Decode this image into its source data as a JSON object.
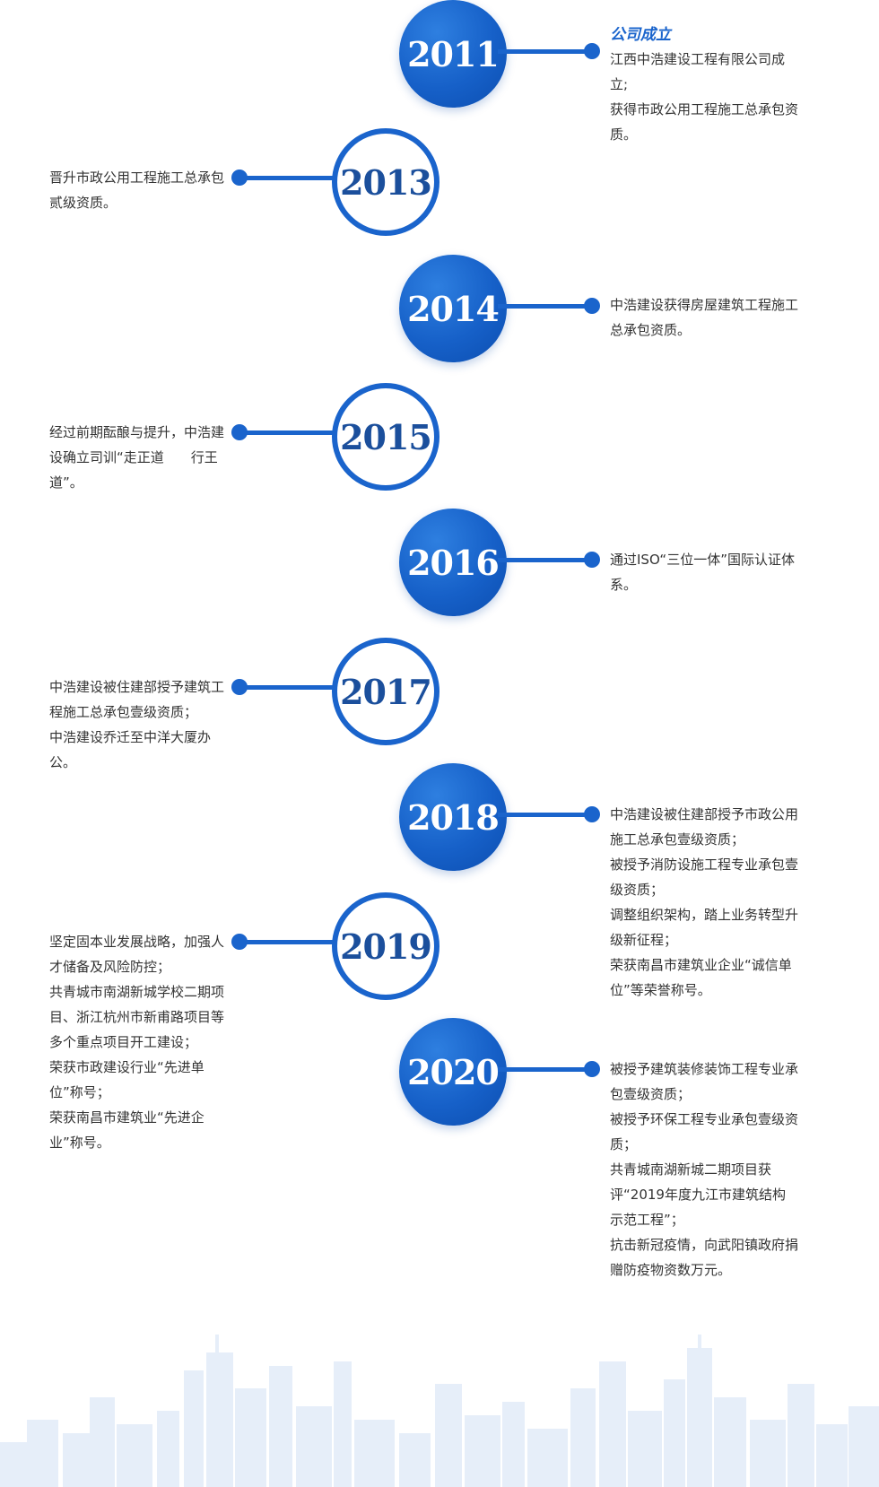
{
  "colors": {
    "accent": "#1a64cc",
    "text": "#333333",
    "skyline": "#e6eef9"
  },
  "timeline": [
    {
      "year": "2011",
      "title": "公司成立",
      "lines": [
        "江西中浩建设工程有限公司成立;",
        "获得市政公用工程施工总承包资质。"
      ]
    },
    {
      "year": "2013",
      "lines": [
        "晋升市政公用工程施工总承包贰级资质。"
      ]
    },
    {
      "year": "2014",
      "lines": [
        "中浩建设获得房屋建筑工程施工总承包资质。"
      ]
    },
    {
      "year": "2015",
      "lines": [
        "经过前期酝酿与提升，中浩建设确立司训“走正道　　行王道”。"
      ]
    },
    {
      "year": "2016",
      "lines": [
        "通过ISO“三位一体”国际认证体系。"
      ]
    },
    {
      "year": "2017",
      "lines": [
        "中浩建设被住建部授予建筑工程施工总承包壹级资质；",
        "中浩建设乔迁至中洋大厦办公。"
      ]
    },
    {
      "year": "2018",
      "lines": [
        "中浩建设被住建部授予市政公用施工总承包壹级资质；",
        "被授予消防设施工程专业承包壹级资质；",
        "调整组织架构，踏上业务转型升级新征程；",
        "荣获南昌市建筑业企业“诚信单位”等荣誉称号。"
      ]
    },
    {
      "year": "2019",
      "lines": [
        "坚定固本业发展战略，加强人才储备及风险防控；",
        "共青城市南湖新城学校二期项目、浙江杭州市新甫路项目等多个重点项目开工建设；",
        "荣获市政建设行业“先进单位”称号；",
        "荣获南昌市建筑业“先进企业”称号。"
      ]
    },
    {
      "year": "2020",
      "lines": [
        "被授予建筑装修装饰工程专业承包壹级资质；",
        "被授予环保工程专业承包壹级资质；",
        "共青城南湖新城二期项目获评“2019年度九江市建筑结构示范工程”；",
        "抗击新冠疫情，向武阳镇政府捐赠防疫物资数万元。"
      ]
    }
  ]
}
